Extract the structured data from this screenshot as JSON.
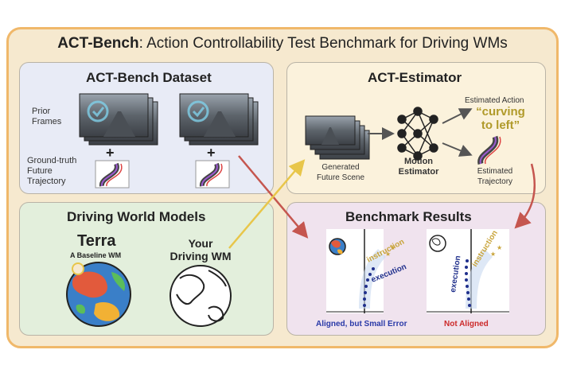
{
  "header": {
    "title_bold": "ACT-Bench",
    "title_rest": ": Action Controllability Test Benchmark for Driving WMs"
  },
  "dataset": {
    "title": "ACT-Bench Dataset",
    "prior_frames": [
      "Prior",
      "Frames"
    ],
    "gt_traj": [
      "Ground-truth",
      "Future",
      "Trajectory"
    ],
    "plus": "+"
  },
  "estimator": {
    "title": "ACT-Estimator",
    "generated": [
      "Generated",
      "Future Scene"
    ],
    "motion": [
      "Motion",
      "Estimator"
    ],
    "est_action": "Estimated Action",
    "action_quote": [
      "“curving",
      "to left”"
    ],
    "est_traj": [
      "Estimated",
      "Trajectory"
    ]
  },
  "world": {
    "title": "Driving World Models",
    "terra": "Terra",
    "terra_sub": "A Baseline WM",
    "your_wm": [
      "Your",
      "Driving WM"
    ]
  },
  "bench": {
    "title": "Benchmark Results",
    "instruction": "instruction",
    "execution": "execution",
    "aligned": "Aligned, but Small Error",
    "not_aligned": "Not Aligned"
  },
  "colors": {
    "border": "#f0b86a",
    "arrow_red": "#c5564f",
    "arrow_yellow": "#e8c64a",
    "navy": "#1f2f8c",
    "gold": "#c8a43a",
    "red_text": "#cc2a2a"
  }
}
